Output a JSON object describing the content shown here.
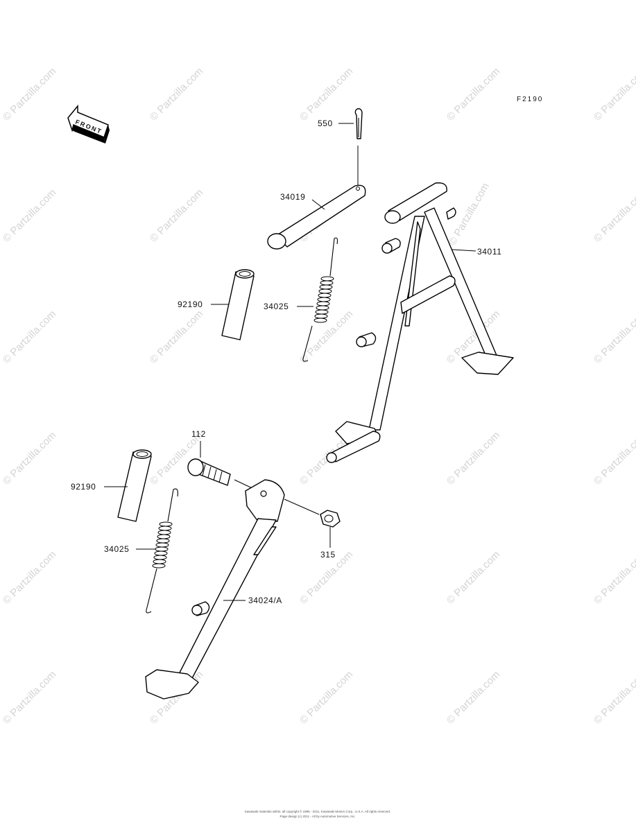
{
  "figure_code": "F2190",
  "front_label": "FRONT",
  "watermark": "© Partzilla.com",
  "callouts": {
    "c550": "550",
    "c34019": "34019",
    "c34011": "34011",
    "c92190_top": "92190",
    "c34025_top": "34025",
    "c112": "112",
    "c92190_bottom": "92190",
    "c34025_bottom": "34025",
    "c315": "315",
    "c34024": "34024/A"
  },
  "footer": {
    "line1": "Kawasaki materials within, all copyright © 1995 - 2011, Kawasaki Motors Corp., U.S.A. All rights reserved.",
    "line2": "Page design (c) 2011 - All by Automotive Services, Inc."
  }
}
